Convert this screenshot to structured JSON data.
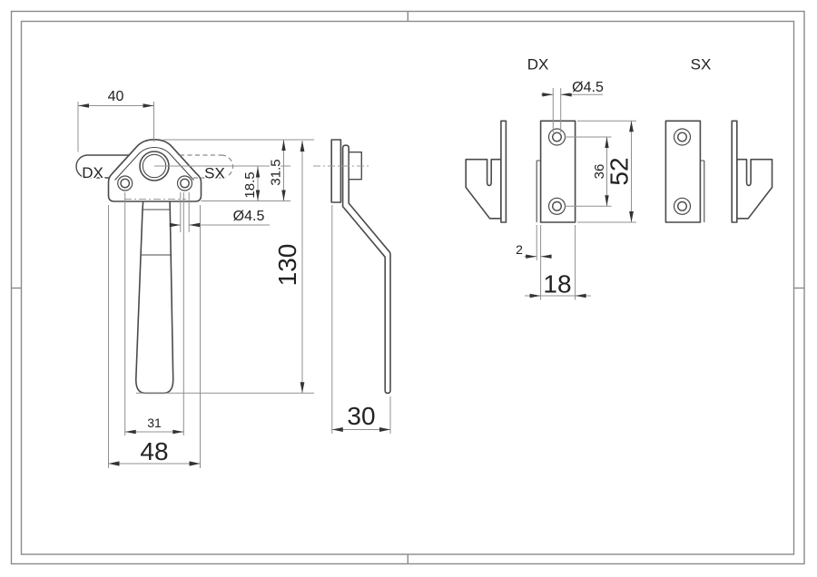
{
  "sheet": {
    "type_note": "technical drawing, window latch handle with DX/SX keeper plates"
  },
  "front_view": {
    "label_dx": "DX",
    "label_sx": "SX",
    "dim_top_width": "40",
    "dim_height_upper": "31.5",
    "dim_height_pivot": "18.5",
    "dim_hole_dia": "Ø4.5",
    "dim_length": "130",
    "dim_hole_spacing": "31",
    "dim_total_width": "48"
  },
  "side_view": {
    "dim_depth": "30"
  },
  "keeper_views": {
    "label_dx": "DX",
    "label_sx": "SX",
    "dim_hole_dia": "Ø4.5",
    "dim_hole_spacing": "36",
    "dim_height": "52",
    "dim_lip": "2",
    "dim_width": "18"
  },
  "colors": {
    "outline": "#4a4a4a",
    "thin_line": "#909090",
    "text": "#222222",
    "frame": "#8a8a8a"
  }
}
